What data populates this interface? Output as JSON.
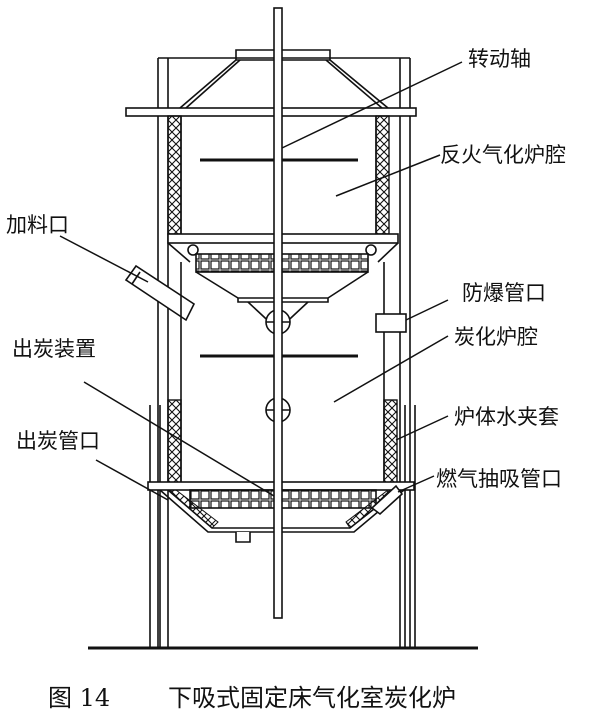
{
  "labels": {
    "rotating_shaft": "转动轴",
    "reverse_gasifier_chamber": "反火气化炉腔",
    "feed_port": "加料口",
    "explosion_vent": "防爆管口",
    "carbonization_chamber": "炭化炉腔",
    "charcoal_discharge_device": "出炭装置",
    "water_jacket": "炉体水夹套",
    "charcoal_outlet": "出炭管口",
    "gas_suction_outlet": "燃气抽吸管口"
  },
  "caption": {
    "figure_no": "图 14",
    "title": "下吸式固定床气化室炭化炉"
  }
}
